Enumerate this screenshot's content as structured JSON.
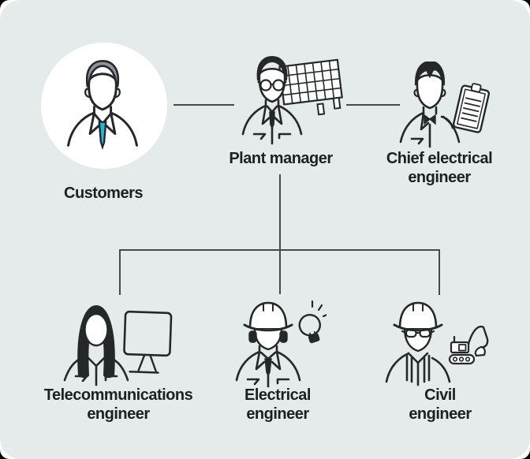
{
  "canvas": {
    "card_background": "#e5eaeb",
    "page_background": "#ffffff",
    "corner_background": "#000000"
  },
  "palette": {
    "line_color": "#45494c",
    "icon_stroke": "#24282b",
    "hair_gray": "#8e9397",
    "tie_blue": "#2fb3d3",
    "text_color": "#1c2022",
    "circle_background": "#ffffff",
    "face_fill": "#ffffff"
  },
  "diagram": {
    "type": "org-chart",
    "nodes": [
      {
        "id": "customers",
        "label": "Customers",
        "icon": "businessman-blue-tie-icon",
        "row": "top"
      },
      {
        "id": "plant-manager",
        "label": "Plant manager",
        "icon": "manager-glasses-solar-panel-icon",
        "row": "top"
      },
      {
        "id": "chief-electrical-engineer",
        "label": "Chief electrical engineer",
        "icon": "engineer-bowtie-clipboard-icon",
        "row": "top"
      },
      {
        "id": "telecommunications-engineer",
        "label": "Telecommunications engineer",
        "icon": "woman-engineer-monitor-icon",
        "row": "bottom"
      },
      {
        "id": "electrical-engineer",
        "label": "Electrical engineer",
        "icon": "hardhat-engineer-lightbulb-icon",
        "row": "bottom"
      },
      {
        "id": "civil-engineer",
        "label": "Civil engineer",
        "icon": "hardhat-engineer-excavator-icon",
        "row": "bottom"
      }
    ],
    "edges": [
      {
        "from": "customers",
        "to": "plant-manager"
      },
      {
        "from": "plant-manager",
        "to": "chief-electrical-engineer"
      },
      {
        "from": "plant-manager",
        "to": "telecommunications-engineer"
      },
      {
        "from": "plant-manager",
        "to": "electrical-engineer"
      },
      {
        "from": "plant-manager",
        "to": "civil-engineer"
      }
    ]
  }
}
